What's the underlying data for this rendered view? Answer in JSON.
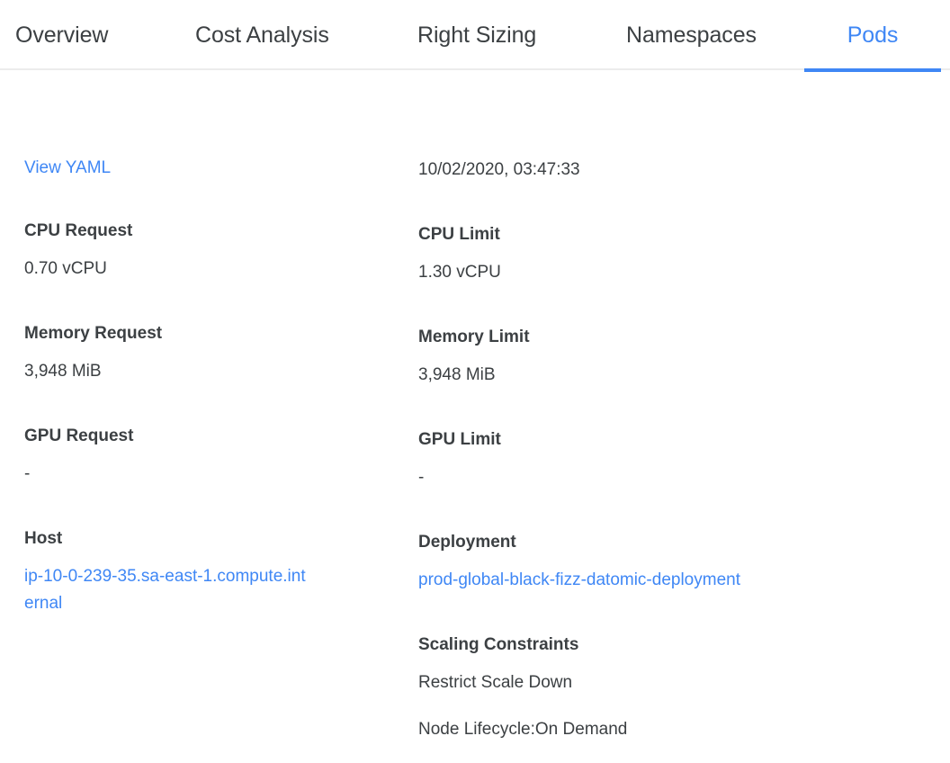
{
  "tabs": [
    {
      "label": "Overview",
      "active": false
    },
    {
      "label": "Cost Analysis",
      "active": false
    },
    {
      "label": "Right Sizing",
      "active": false
    },
    {
      "label": "Namespaces",
      "active": false
    },
    {
      "label": "Pods",
      "active": true
    }
  ],
  "colors": {
    "accent": "#3f87f5",
    "link": "#3f87f5",
    "text": "#3c4043",
    "divider": "#ececec",
    "background": "#ffffff"
  },
  "left_column": {
    "view_yaml_link": "View YAML",
    "cpu_request": {
      "label": "CPU Request",
      "value": "0.70 vCPU"
    },
    "memory_request": {
      "label": "Memory Request",
      "value": "3,948 MiB"
    },
    "gpu_request": {
      "label": "GPU Request",
      "value": "-"
    },
    "host": {
      "label": "Host",
      "value": "ip-10-0-239-35.sa-east-1.compute.internal"
    }
  },
  "right_column": {
    "timestamp": "10/02/2020, 03:47:33",
    "cpu_limit": {
      "label": "CPU Limit",
      "value": "1.30 vCPU"
    },
    "memory_limit": {
      "label": "Memory Limit",
      "value": "3,948 MiB"
    },
    "gpu_limit": {
      "label": "GPU Limit",
      "value": "-"
    },
    "deployment": {
      "label": "Deployment",
      "value": "prod-global-black-fizz-datomic-deployment"
    },
    "scaling_constraints": {
      "label": "Scaling Constraints",
      "items": [
        "Restrict Scale Down",
        "Node Lifecycle:On Demand"
      ]
    }
  }
}
